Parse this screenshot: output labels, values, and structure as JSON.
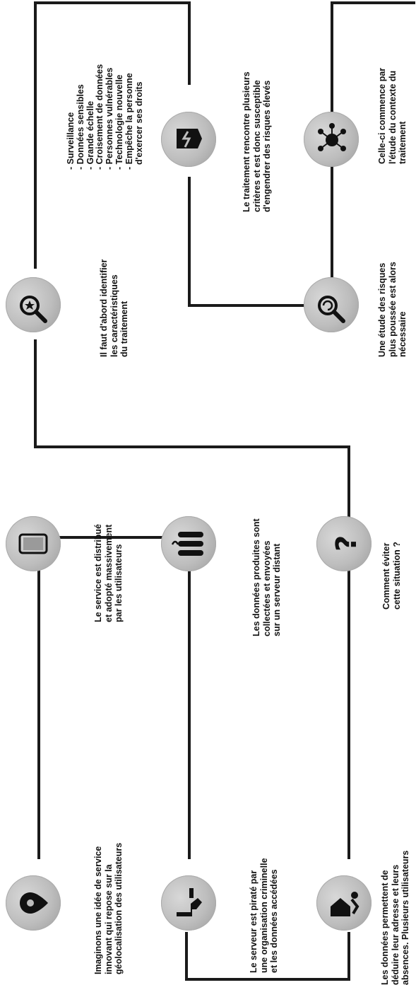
{
  "steps": [
    {
      "id": "s1",
      "icon": "location-pin-icon",
      "text": [
        "Imaginons une idée de service",
        "innovant qui repose sur la",
        "géolocalisation des utilisateurs"
      ]
    },
    {
      "id": "s2",
      "icon": "smartphone-icon",
      "text": [
        "Le service est distribué",
        "et adopté massivement",
        "par les utilisateurs"
      ]
    },
    {
      "id": "s3",
      "icon": "server-icon",
      "text": [
        "Les données produites sont",
        "collectées et envoyées",
        "sur un serveur distant"
      ]
    },
    {
      "id": "s4",
      "icon": "hacker-icon",
      "text": [
        "Le serveur est piraté par",
        "une organisation criminelle",
        "et les données accédées"
      ]
    },
    {
      "id": "s5",
      "icon": "burglar-house-icon",
      "text": [
        "Les données permettent de",
        "déduire leur adresse et leurs",
        "absences. Plusieurs utilisateurs"
      ]
    },
    {
      "id": "s6",
      "icon": "question-mark-icon",
      "text": [
        "Comment éviter",
        "cette situation ?"
      ]
    },
    {
      "id": "s7",
      "icon": "magnifier-star-icon",
      "text": [
        "Il faut d'abord identifier",
        "les caractéristiques",
        "du traitement"
      ]
    },
    {
      "id": "s8",
      "icon": "criteria-list",
      "text": [
        "- Surveillance",
        "- Données sensibles",
        "- Grande échelle",
        "- Croisement de données",
        "- Personnes vulnérables",
        "- Technologie nouvelle",
        "- Empêche la personne",
        "  d'exercer ses droits"
      ]
    },
    {
      "id": "s9",
      "icon": "shield-lightning-icon",
      "text": [
        "Le traitement rencontre plusieurs",
        "critères et est donc susceptible",
        "d'engendrer des risques élevés"
      ]
    },
    {
      "id": "s10",
      "icon": "magnifier-refresh-icon",
      "text": [
        "Une étude des risques",
        "plus poussée est alors",
        "nécessaire"
      ]
    },
    {
      "id": "s11",
      "icon": "network-nodes-icon",
      "text": [
        "Celle-ci commence par",
        "l'étude du contexte du",
        "traitement"
      ]
    }
  ],
  "colors": {
    "line": "#1a1a1a",
    "text": "#111111",
    "icon_bg": "#bdbdbd",
    "icon_fg": "#111111"
  }
}
